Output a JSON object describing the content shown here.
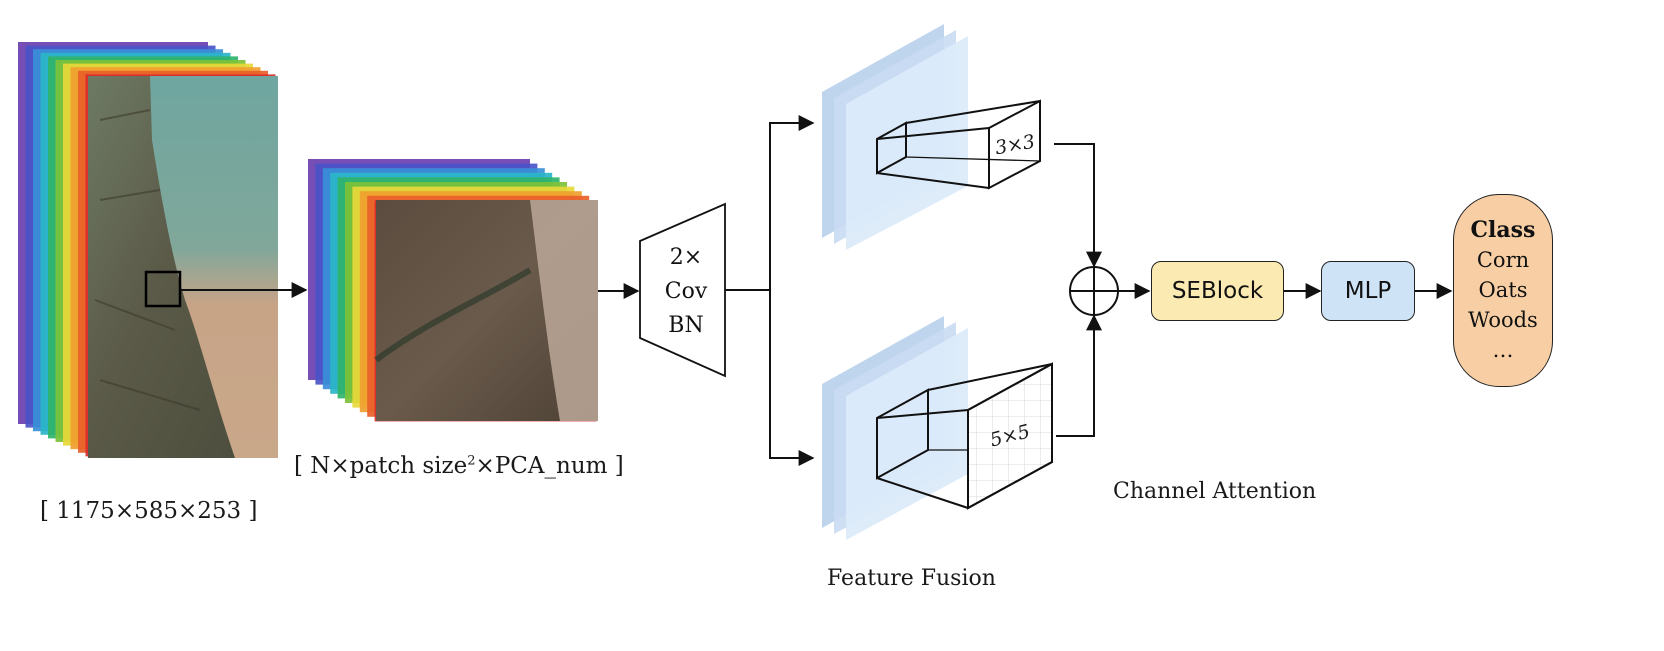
{
  "labels": {
    "input_dims": "[ 1175×585×253 ]",
    "patch_dims_prefix": "[ N×patch size",
    "patch_dims_sup": "2",
    "patch_dims_suffix": "×PCA_num ]",
    "feature_fusion": "Feature Fusion",
    "channel_attention": "Channel Attention"
  },
  "conv_block": {
    "line1": "2×",
    "line2": "Cov",
    "line3": "BN"
  },
  "kernels": {
    "small": "3×3",
    "large": "5×5"
  },
  "seblock": {
    "label": "SEBlock",
    "color": "#fbeab2"
  },
  "mlp": {
    "label": "MLP",
    "color": "#cfe3f6"
  },
  "classes": {
    "title": "Class",
    "items": [
      "Corn",
      "Oats",
      "Woods",
      "…"
    ],
    "color": "#f8cfa4"
  },
  "colors": {
    "band_layers": [
      "#6a3fb0",
      "#4a54c8",
      "#3a8fd8",
      "#2bb5c8",
      "#2fb36a",
      "#7cc23a",
      "#e8d83a",
      "#f0a030",
      "#e8602a",
      "#d92a2a"
    ],
    "feature_map": "#cde0f5"
  }
}
